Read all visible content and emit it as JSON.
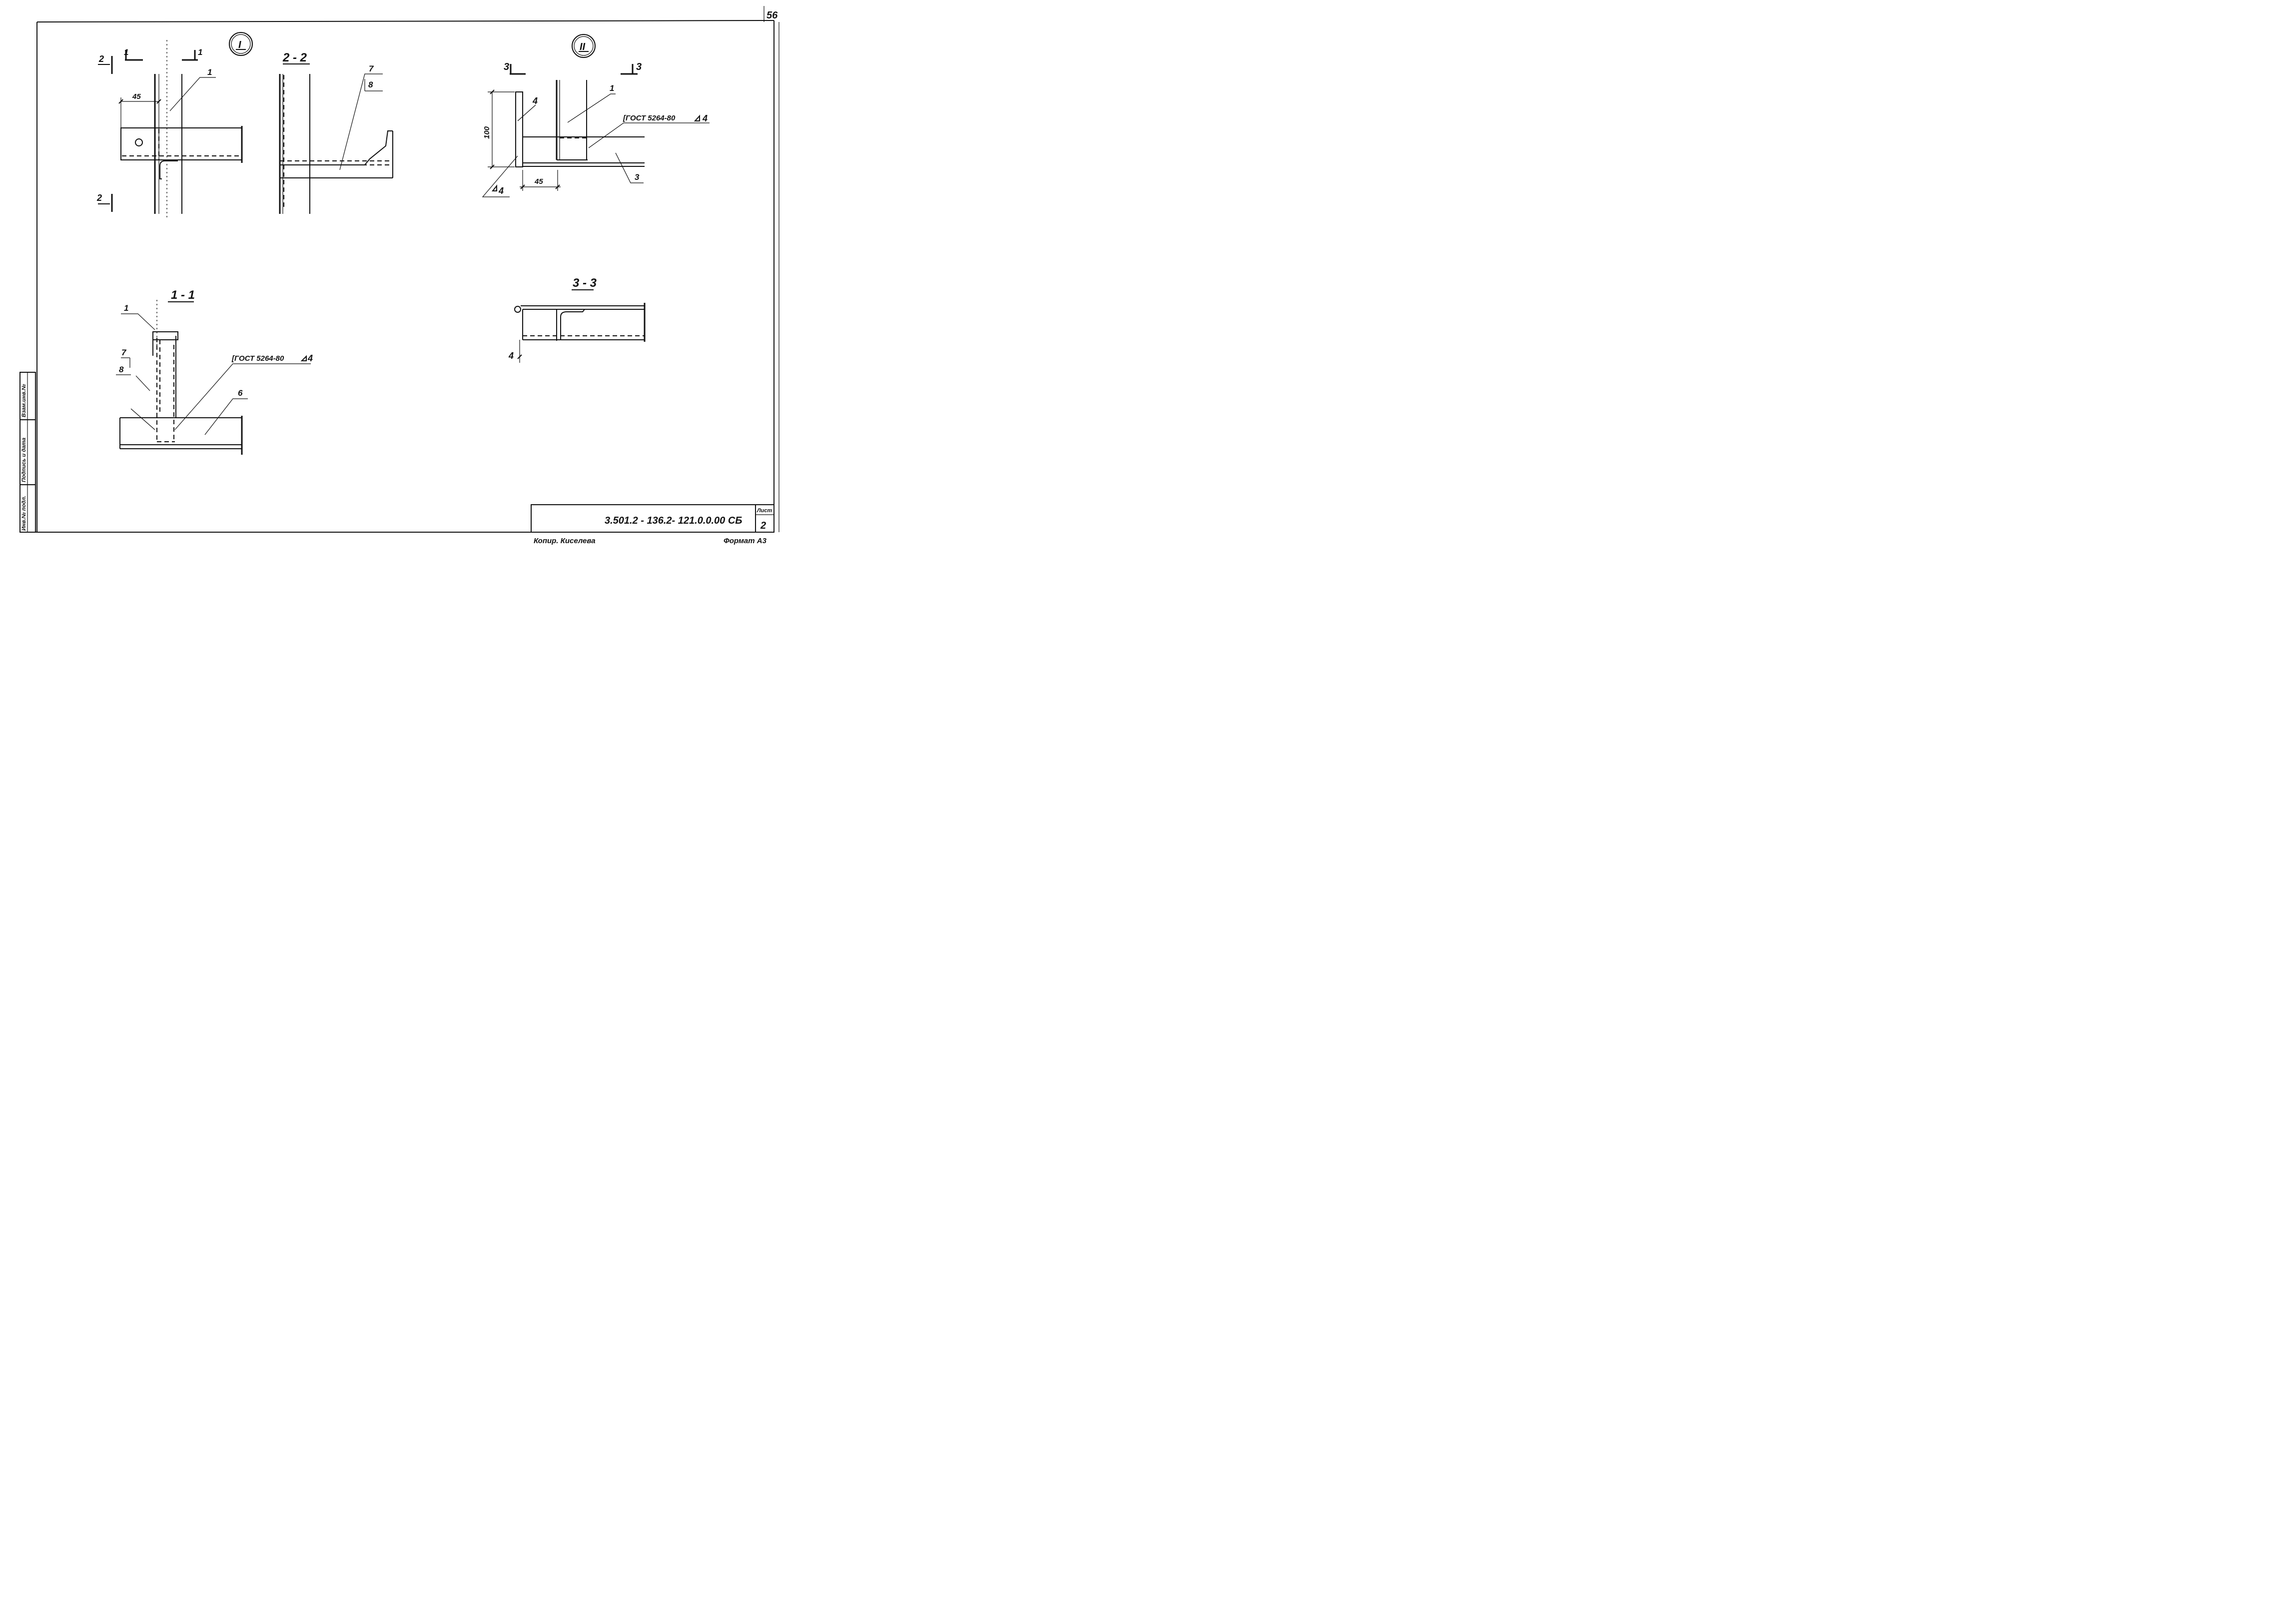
{
  "sheet": {
    "page_number": "56",
    "code": "3.501.2 - 136.2- 121.0.0.00 СБ",
    "sheet_label": "Лист",
    "sheet_number": "2",
    "copyist": "Копир. Киселева",
    "format": "Формат А3",
    "side_stamp": [
      "Инв.№ подл.",
      "Подпись и дата",
      "Взам.инв.№"
    ]
  },
  "details": {
    "node_I": "I",
    "node_II": "II",
    "section_1_1": "1 - 1",
    "section_2_2": "2 - 2",
    "section_3_3": "3 - 3",
    "cut_1_left": "1",
    "cut_1_right": "1",
    "cut_2_top": "2",
    "cut_2_bottom": "2",
    "cut_3_left": "3",
    "cut_3_right": "3"
  },
  "dimensions": {
    "d45_node_I": "45",
    "d100": "100",
    "d45_node_II": "45",
    "d4_section_3_3": "4"
  },
  "callouts": {
    "pos1_node_I": "1",
    "pos7_2_2": "7",
    "pos8_2_2": "8",
    "pos1_node_II": "1",
    "pos4_node_II": "4",
    "pos3_node_II": "3",
    "pos1_1_1": "1",
    "pos7_1_1": "7",
    "pos8_1_1": "8",
    "pos6_1_1": "6"
  },
  "weld_notes": {
    "node_II_gost": "ГОСТ 5264-80",
    "node_II_leg": "4",
    "node_II_left_leg": "4",
    "section_1_1_gost": "ГОСТ 5264-80",
    "section_1_1_leg": "4"
  }
}
